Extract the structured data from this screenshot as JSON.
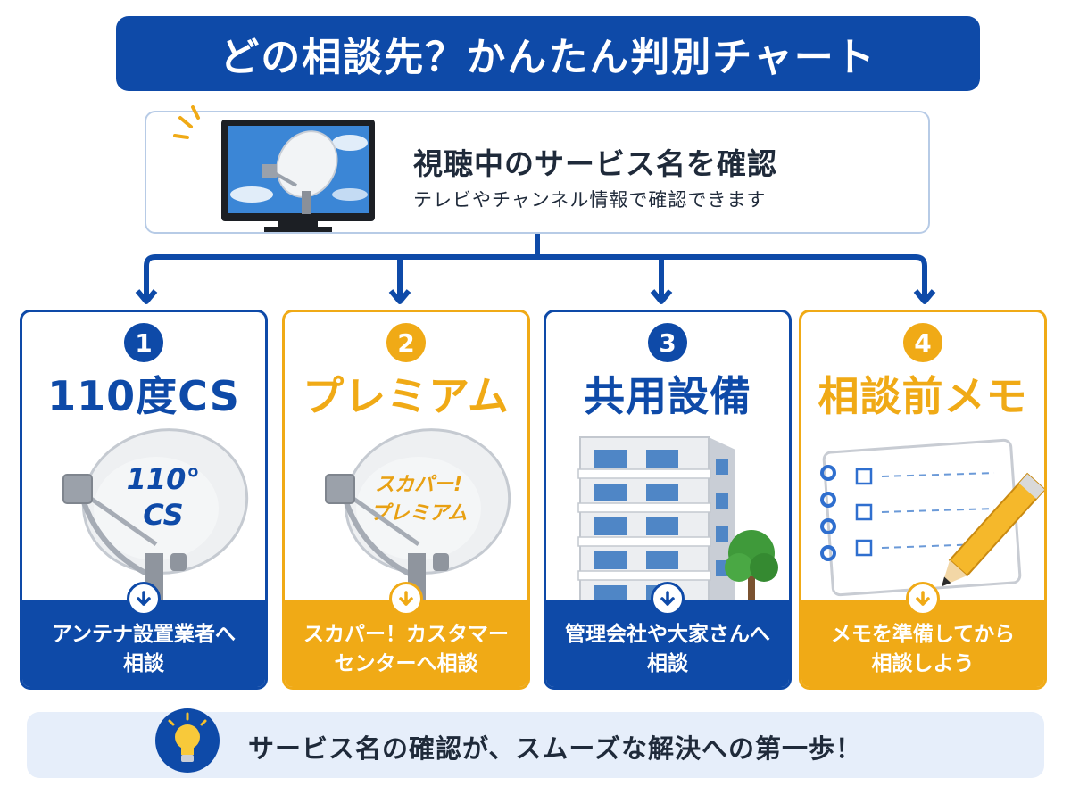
{
  "header": {
    "title": "どの相談先？かんたん判別チャート"
  },
  "check": {
    "title": "視聴中のサービス名を確認",
    "subtitle": "テレビやチャンネル情報で確認できます"
  },
  "cards": [
    {
      "number": "1",
      "title": "110度CS",
      "dish_label_1": "110°",
      "dish_label_2": "CS",
      "action_line_1": "アンテナ設置業者へ",
      "action_line_2": "相談",
      "color": "#0e4aa8"
    },
    {
      "number": "2",
      "title": "プレミアム",
      "dish_label_1": "スカパー!",
      "dish_label_2": "プレミアム",
      "action_line_1": "スカパー！カスタマー",
      "action_line_2": "センターへ相談",
      "color": "#f0aa16"
    },
    {
      "number": "3",
      "title": "共用設備",
      "action_line_1": "管理会社や大家さんへ",
      "action_line_2": "相談",
      "color": "#0e4aa8"
    },
    {
      "number": "4",
      "title": "相談前メモ",
      "action_line_1": "メモを準備してから",
      "action_line_2": "相談しよう",
      "color": "#f0aa16"
    }
  ],
  "tip": {
    "text": "サービス名の確認が、スムーズな解決への第一歩！"
  },
  "colors": {
    "primary_blue": "#0e4aa8",
    "accent_yellow": "#f0aa16",
    "tip_background": "#e6eefa"
  },
  "icons": [
    "tv-satellite-icon",
    "satellite-dish-icon",
    "apartment-building-icon",
    "notepad-pencil-icon",
    "down-arrow-icon",
    "light-bulb-icon"
  ]
}
